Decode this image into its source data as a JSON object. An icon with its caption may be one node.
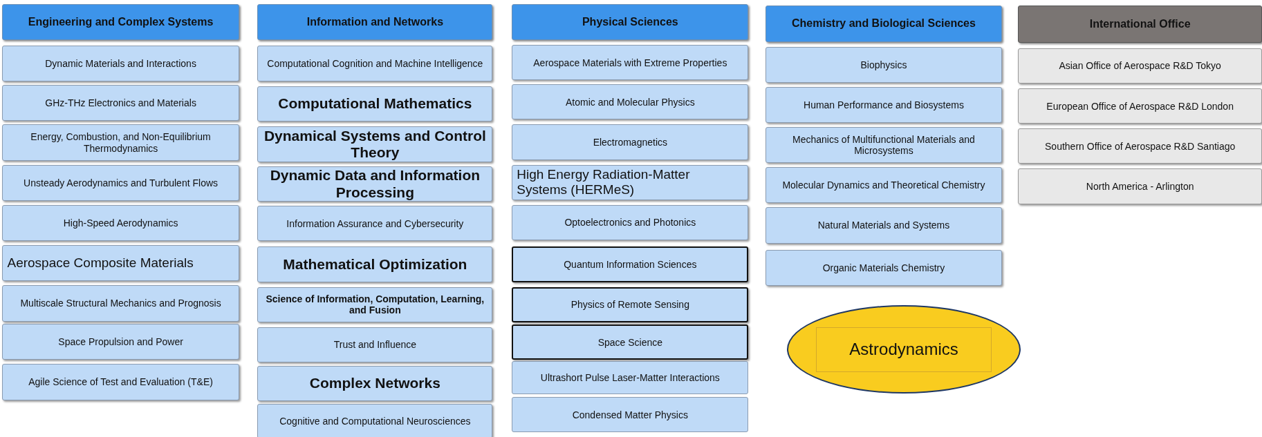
{
  "diagram": {
    "nodes": [
      {
        "text": [
          "Engineering and Complex Systems"
        ]
      },
      {
        "text": [
          "Dynamic Materials and Interactions"
        ]
      },
      {
        "text": [
          "GHz-THz Electronics and Materials"
        ]
      },
      {
        "text": [
          "Energy, Combustion, and Non-Equilibrium Thermodynamics"
        ]
      },
      {
        "text": [
          "Unsteady Aerodynamics and Turbulent Flows"
        ]
      },
      {
        "text": [
          "High-Speed Aerodynamics"
        ]
      },
      {
        "text": [
          "Aerospace Composite Materials"
        ]
      },
      {
        "text": [
          "Multiscale Structural Mechanics and Prognosis"
        ]
      },
      {
        "text": [
          "Space Propulsion and Power"
        ]
      },
      {
        "text": [
          "Agile Science of Test and Evaluation (T&E)"
        ]
      },
      {
        "text": [
          "Information and Networks"
        ]
      },
      {
        "text": [
          "Computational Cognition and Machine Intelligence"
        ]
      },
      {
        "text": [
          "Computational Mathematics"
        ]
      },
      {
        "text": [
          "Dynamical Systems and Control Theory"
        ]
      },
      {
        "text": [
          "Dynamic Data and Information Processing"
        ]
      },
      {
        "text": [
          "Information Assurance and Cybersecurity"
        ]
      },
      {
        "text": [
          "Mathematical Optimization"
        ]
      },
      {
        "text": [
          "Science of Information, Computation, Learning, and Fusion"
        ]
      },
      {
        "text": [
          "Trust and Influence"
        ]
      },
      {
        "text": [
          "Complex Networks"
        ]
      },
      {
        "text": [
          "Cognitive and Computational Neurosciences"
        ]
      },
      {
        "text": [
          "Physical Sciences"
        ]
      },
      {
        "text": [
          "Aerospace Materials with Extreme Properties"
        ]
      },
      {
        "text": [
          "Atomic and Molecular Physics"
        ]
      },
      {
        "text": [
          "Electromagnetics"
        ]
      },
      {
        "text": [
          "High Energy Radiation-Matter Systems (HERMeS)"
        ]
      },
      {
        "text": [
          "Optoelectronics and Photonics"
        ]
      },
      {
        "text": [
          "Quantum Information Sciences"
        ]
      },
      {
        "text": [
          "Physics of Remote Sensing"
        ]
      },
      {
        "text": [
          "Space Science"
        ]
      },
      {
        "text": [
          "Ultrashort Pulse Laser-Matter Interactions"
        ]
      },
      {
        "text": [
          "Condensed Matter Physics"
        ]
      },
      {
        "text": [
          "Chemistry and Biological Sciences"
        ]
      },
      {
        "text": [
          "Biophysics"
        ]
      },
      {
        "text": [
          "Human Performance and Biosystems"
        ]
      },
      {
        "text": [
          "Mechanics of Multifunctional Materials and Microsystems"
        ]
      },
      {
        "text": [
          "Molecular Dynamics and Theoretical Chemistry"
        ]
      },
      {
        "text": [
          "Natural Materials and Systems"
        ]
      },
      {
        "text": [
          "Organic Materials Chemistry"
        ]
      },
      {
        "text": [
          "Astrodynamics"
        ]
      },
      {
        "text": [
          "International Office"
        ]
      },
      {
        "text": [
          "Asian Office of Aerospace R&D Tokyo"
        ]
      },
      {
        "text": [
          "European Office of Aerospace R&D London"
        ]
      },
      {
        "text": [
          "Southern Office of Aerospace R&D Santiago"
        ]
      },
      {
        "text": [
          "North America - Arlington"
        ]
      }
    ]
  }
}
